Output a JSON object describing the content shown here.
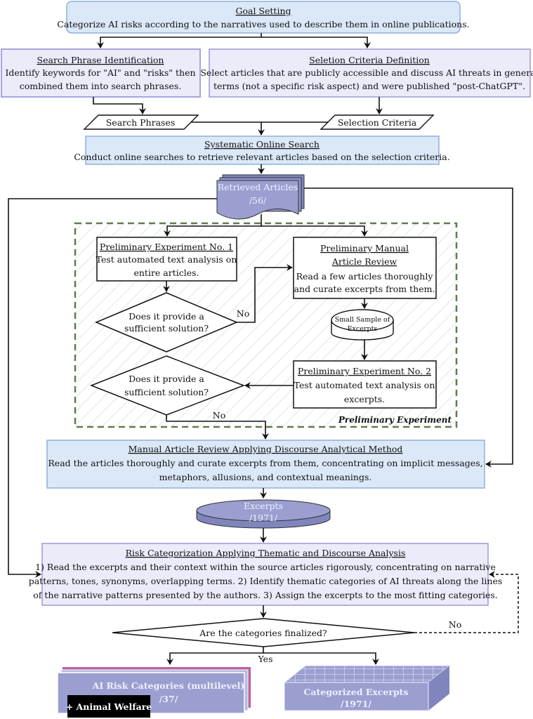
{
  "goal": {
    "title": "Goal Setting",
    "text": "Categorize AI risks according to the narratives used to describe them in online publications."
  },
  "search_phrase": {
    "title": "Search Phrase Identification",
    "lines": [
      "Identify keywords for \"AI\" and \"risks\" then",
      "combined them into search phrases."
    ]
  },
  "selection": {
    "title": "Seletion Criteria Definition",
    "lines": [
      "Select articles that are publicly accessible and discuss AI threats in general",
      "terms (not a specific risk aspect) and were published \"post-ChatGPT\"."
    ]
  },
  "io": {
    "search_phrases": "Search Phrases",
    "selection_criteria": "Selection Criteria"
  },
  "online_search": {
    "title": "Systematic Online Search",
    "text": "Conduct online searches to retrieve relevant articles based on the selection criteria."
  },
  "retrieved": {
    "label": "Retrieved Articles",
    "count": "/56/"
  },
  "preliminary": {
    "region_label": "Preliminary Experiment",
    "exp1": {
      "title": "Preliminary Experiment No. 1",
      "lines": [
        "Test automated text analysis on",
        "entire articles."
      ]
    },
    "manual": {
      "title_lines": [
        "Preliminary Manual",
        "Article Review"
      ],
      "lines": [
        "Read a few articles thoroughly",
        "and curate excerpts from them."
      ]
    },
    "sample": {
      "lines": [
        "Small Sample of",
        "Excerpts"
      ]
    },
    "exp2": {
      "title": "Preliminary Experiment No. 2",
      "lines": [
        "Test automated text analysis on",
        "excerpts."
      ]
    },
    "decision1": {
      "lines": [
        "Does it provide a",
        "sufficient solution?"
      ],
      "no": "No"
    },
    "decision2": {
      "lines": [
        "Does it provide a",
        "sufficient solution?"
      ],
      "no": "No"
    }
  },
  "manual_review": {
    "title": "Manual Article Review Applying Discourse Analytical Method",
    "lines": [
      "Read the articles thoroughly and curate excerpts from them, concentrating on implicit messages,",
      "metaphors, allusions, and contextual meanings."
    ]
  },
  "excerpts": {
    "label": "Excerpts",
    "count": "/1971/"
  },
  "risk_cat": {
    "title": "Risk Categorization Applying Thematic and Discourse Analysis",
    "lines": [
      "1) Read the excerpts and their context within the source articles rigorously, concentrating on narrative",
      "patterns, tones, synonyms, overlapping terms. 2) Identify thematic categories of AI threats along the lines",
      "of the narrative patterns presented by the authors. 3) Assign the excerpts to the most fitting categories."
    ]
  },
  "final_decision": {
    "text": "Are the categories finalized?",
    "no": "No",
    "yes": "Yes"
  },
  "outputs": {
    "categories": {
      "label": "AI Risk Categories (multilevel)",
      "count": "/37/"
    },
    "animal_welfare": "+ Animal Welfare",
    "categorized": {
      "label": "Categorized Excerpts",
      "count": "/1971/"
    }
  },
  "colors": {
    "blue_box": "#dbe8f8",
    "lavender_box": "#ecebfa",
    "artifact": "#9a9fd0",
    "dashed_border": "#5f7a50",
    "hatch": "#cfe5d0"
  }
}
